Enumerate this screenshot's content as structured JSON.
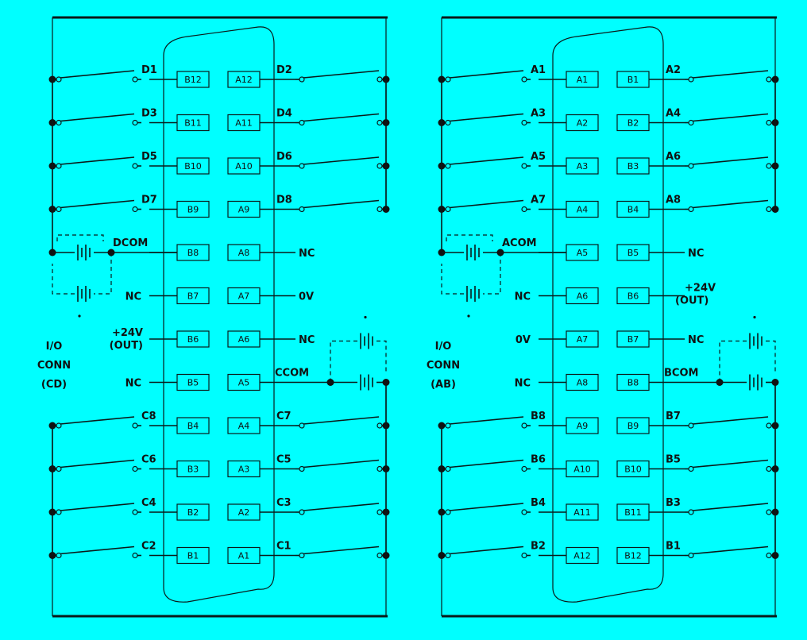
{
  "panels": [
    {
      "id": "cd",
      "conn_label": [
        "I/O",
        "CONN",
        "(CD)"
      ],
      "rows": [
        {
          "left_label": "D1",
          "left_pin": "B12",
          "right_pin": "A12",
          "right_label": "D2",
          "left_switch": true,
          "right_switch": true
        },
        {
          "left_label": "D3",
          "left_pin": "B11",
          "right_pin": "A11",
          "right_label": "D4",
          "left_switch": true,
          "right_switch": true
        },
        {
          "left_label": "D5",
          "left_pin": "B10",
          "right_pin": "A10",
          "right_label": "D6",
          "left_switch": true,
          "right_switch": true
        },
        {
          "left_label": "D7",
          "left_pin": "B9",
          "right_pin": "A9",
          "right_label": "D8",
          "left_switch": true,
          "right_switch": true
        },
        {
          "left_label": "DCOM",
          "left_pin": "B8",
          "right_pin": "A8",
          "right_label": "NC",
          "left_switch": false,
          "right_switch": false
        },
        {
          "left_label": "NC",
          "left_pin": "B7",
          "right_pin": "A7",
          "right_label": "0V",
          "left_switch": false,
          "right_switch": false
        },
        {
          "left_label": "+24V",
          "left_label2": "(OUT)",
          "left_pin": "B6",
          "right_pin": "A6",
          "right_label": "NC",
          "left_switch": false,
          "right_switch": false
        },
        {
          "left_label": "NC",
          "left_pin": "B5",
          "right_pin": "A5",
          "right_label": "CCOM",
          "left_switch": false,
          "right_switch": false
        },
        {
          "left_label": "C8",
          "left_pin": "B4",
          "right_pin": "A4",
          "right_label": "C7",
          "left_switch": true,
          "right_switch": true
        },
        {
          "left_label": "C6",
          "left_pin": "B3",
          "right_pin": "A3",
          "right_label": "C5",
          "left_switch": true,
          "right_switch": true
        },
        {
          "left_label": "C4",
          "left_pin": "B2",
          "right_pin": "A2",
          "right_label": "C3",
          "left_switch": true,
          "right_switch": true
        },
        {
          "left_label": "C2",
          "left_pin": "B1",
          "right_pin": "A1",
          "right_label": "C1",
          "left_switch": true,
          "right_switch": true
        }
      ]
    },
    {
      "id": "ab",
      "conn_label": [
        "I/O",
        "CONN",
        "(AB)"
      ],
      "rows": [
        {
          "left_label": "A1",
          "left_pin": "A1",
          "right_pin": "B1",
          "right_label": "A2",
          "left_switch": true,
          "right_switch": true
        },
        {
          "left_label": "A3",
          "left_pin": "A2",
          "right_pin": "B2",
          "right_label": "A4",
          "left_switch": true,
          "right_switch": true
        },
        {
          "left_label": "A5",
          "left_pin": "A3",
          "right_pin": "B3",
          "right_label": "A6",
          "left_switch": true,
          "right_switch": true
        },
        {
          "left_label": "A7",
          "left_pin": "A4",
          "right_pin": "B4",
          "right_label": "A8",
          "left_switch": true,
          "right_switch": true
        },
        {
          "left_label": "ACOM",
          "left_pin": "A5",
          "right_pin": "B5",
          "right_label": "NC",
          "left_switch": false,
          "right_switch": false
        },
        {
          "left_label": "NC",
          "left_pin": "A6",
          "right_pin": "B6",
          "right_label": "+24V",
          "right_label2": "(OUT)",
          "left_switch": false,
          "right_switch": false
        },
        {
          "left_label": "0V",
          "left_pin": "A7",
          "right_pin": "B7",
          "right_label": "NC",
          "left_switch": false,
          "right_switch": false
        },
        {
          "left_label": "NC",
          "left_pin": "A8",
          "right_pin": "B8",
          "right_label": "BCOM",
          "left_switch": false,
          "right_switch": false
        },
        {
          "left_label": "B8",
          "left_pin": "A9",
          "right_pin": "B9",
          "right_label": "B7",
          "left_switch": true,
          "right_switch": true
        },
        {
          "left_label": "B6",
          "left_pin": "A10",
          "right_pin": "B10",
          "right_label": "B5",
          "left_switch": true,
          "right_switch": true
        },
        {
          "left_label": "B4",
          "left_pin": "A11",
          "right_pin": "B11",
          "right_label": "B3",
          "left_switch": true,
          "right_switch": true
        },
        {
          "left_label": "B2",
          "left_pin": "A12",
          "right_pin": "B12",
          "right_label": "B1",
          "left_switch": true,
          "right_switch": true
        }
      ]
    }
  ]
}
